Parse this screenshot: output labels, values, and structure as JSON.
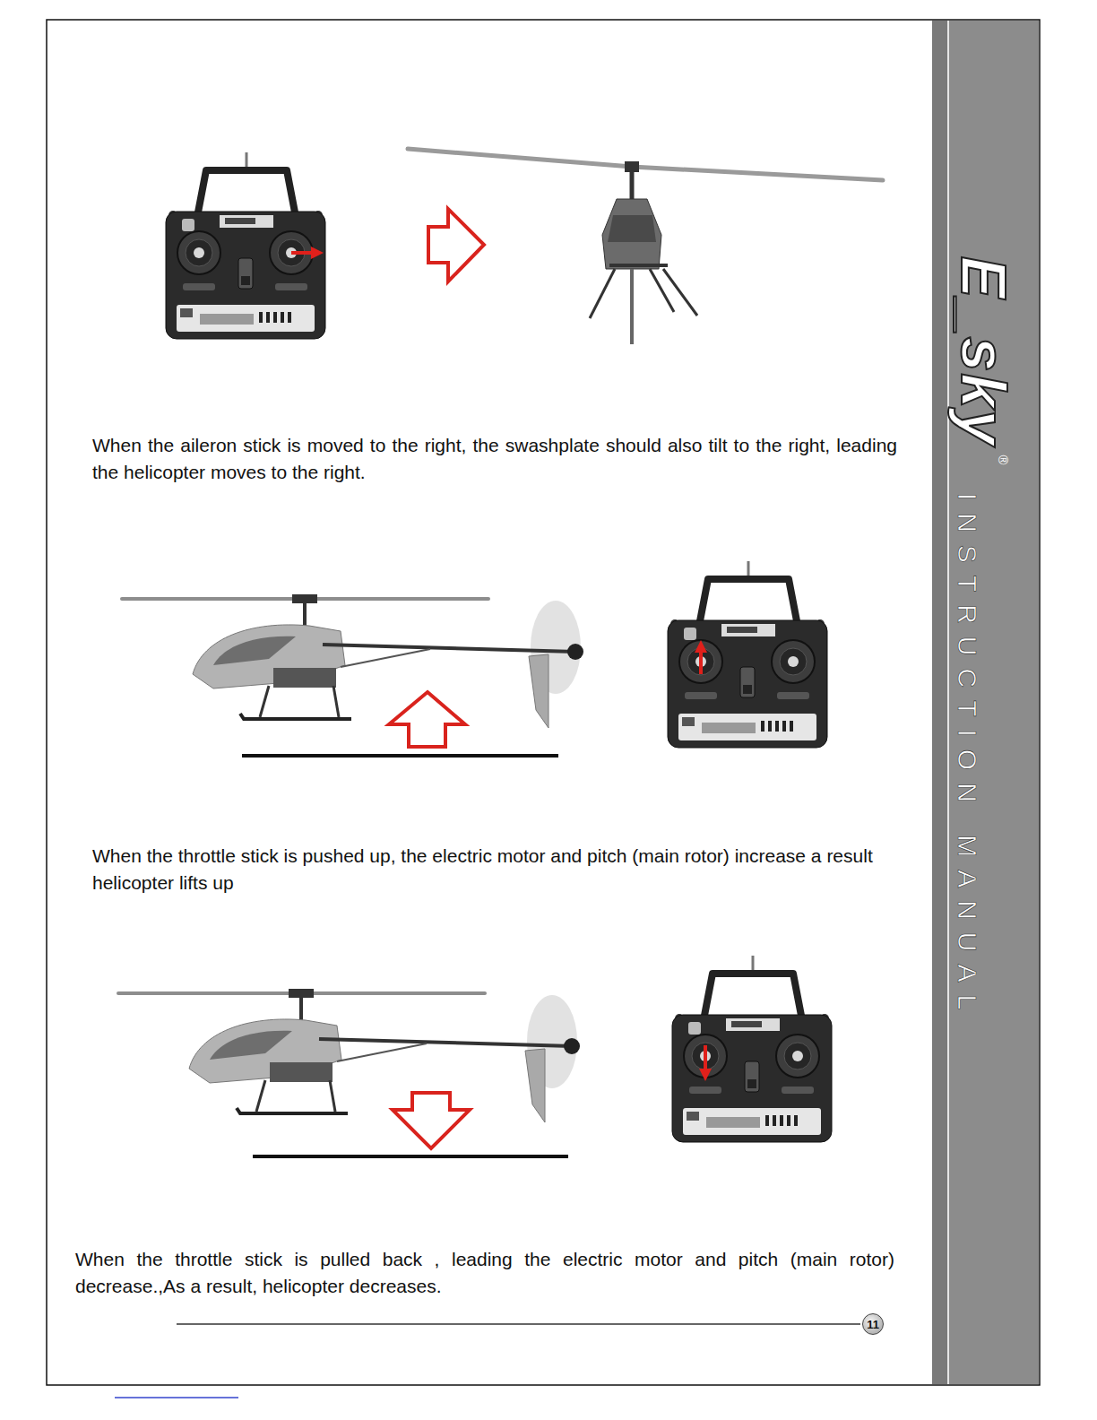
{
  "diagram": {
    "nodes": [
      {
        "text": [
          "11"
        ]
      }
    ],
    "labels": [
      "When the aileron stick is moved to the right, the swashplate should also tilt to the right, leading the helicopter moves to the right.",
      "When the throttle stick is pushed up, the electric motor and pitch (main rotor) increase a result helicopter lifts up",
      "When the throttle stick is pulled back , leading the electric motor and pitch (main rotor) decrease.,As a result, helicopter decreases.",
      "E_sky",
      "®",
      "INSTRUCTION MANUAL"
    ]
  }
}
